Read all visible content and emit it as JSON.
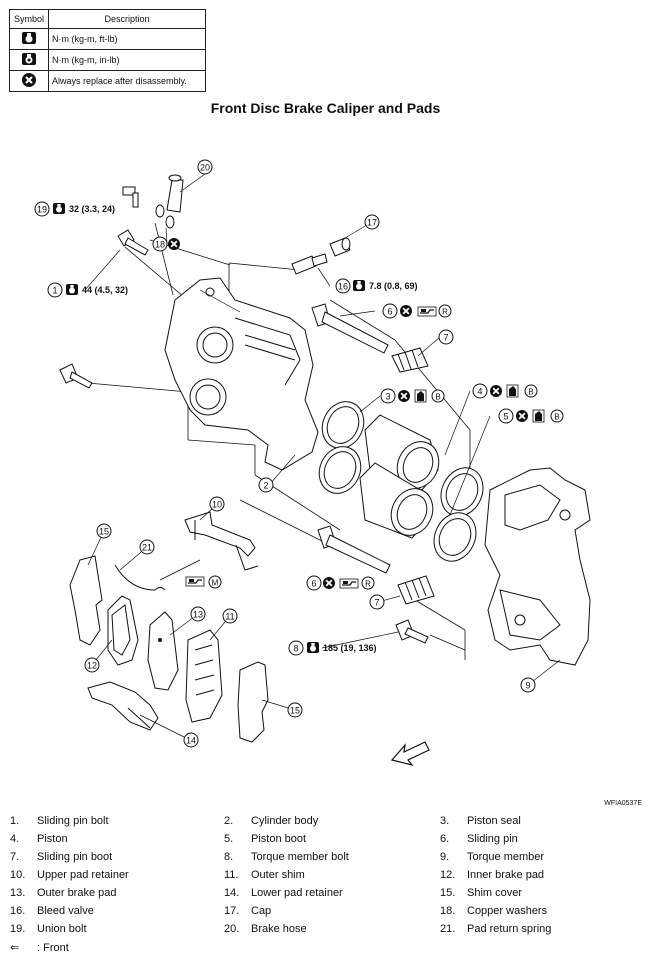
{
  "symbol_table": {
    "header_symbol": "Symbol",
    "header_description": "Description",
    "rows": [
      {
        "icon": "torque-wrench-icon",
        "description": "N·m (kg-m, ft-lb)"
      },
      {
        "icon": "torque-wrench-small-icon",
        "description": "N·m (kg-m, in-lb)"
      },
      {
        "icon": "always-replace-icon",
        "description": "Always replace after disassembly."
      }
    ]
  },
  "title": "Front Disc Brake Caliper and Pads",
  "callouts": {
    "c19": {
      "num": "19",
      "torque": "32 (3.3, 24)"
    },
    "c1": {
      "num": "1",
      "torque": "44 (4.5, 32)"
    },
    "c16": {
      "num": "16",
      "torque": "7.8 (0.8, 69)"
    },
    "c8": {
      "num": "8",
      "torque": "185 (19, 136)"
    },
    "c6a": {
      "num": "6",
      "suffix": "R"
    },
    "c6b": {
      "num": "6",
      "suffix": "R"
    },
    "c3": {
      "num": "3",
      "suffix": "B"
    },
    "c4": {
      "num": "4",
      "suffix": "B"
    },
    "c5": {
      "num": "5",
      "suffix": "B"
    },
    "c10m": {
      "suffix": "M"
    },
    "labels": [
      "20",
      "18",
      "17",
      "7",
      "2",
      "10",
      "15",
      "21",
      "13",
      "11",
      "12",
      "14",
      "15",
      "7",
      "9"
    ]
  },
  "image_code": "WFIA0537E",
  "legend": [
    {
      "num": "1.",
      "name": "Sliding pin bolt"
    },
    {
      "num": "2.",
      "name": "Cylinder body"
    },
    {
      "num": "3.",
      "name": "Piston seal"
    },
    {
      "num": "4.",
      "name": "Piston"
    },
    {
      "num": "5.",
      "name": "Piston boot"
    },
    {
      "num": "6.",
      "name": "Sliding pin"
    },
    {
      "num": "7.",
      "name": "Sliding pin boot"
    },
    {
      "num": "8.",
      "name": "Torque member bolt"
    },
    {
      "num": "9.",
      "name": "Torque member"
    },
    {
      "num": "10.",
      "name": "Upper pad retainer"
    },
    {
      "num": "11.",
      "name": "Outer shim"
    },
    {
      "num": "12.",
      "name": "Inner brake pad"
    },
    {
      "num": "13.",
      "name": "Outer brake pad"
    },
    {
      "num": "14.",
      "name": "Lower pad retainer"
    },
    {
      "num": "15.",
      "name": "Shim cover"
    },
    {
      "num": "16.",
      "name": "Bleed valve"
    },
    {
      "num": "17.",
      "name": "Cap"
    },
    {
      "num": "18.",
      "name": "Copper washers"
    },
    {
      "num": "19.",
      "name": "Union bolt"
    },
    {
      "num": "20.",
      "name": "Brake hose"
    },
    {
      "num": "21.",
      "name": "Pad return spring"
    }
  ],
  "front_label": ": Front"
}
